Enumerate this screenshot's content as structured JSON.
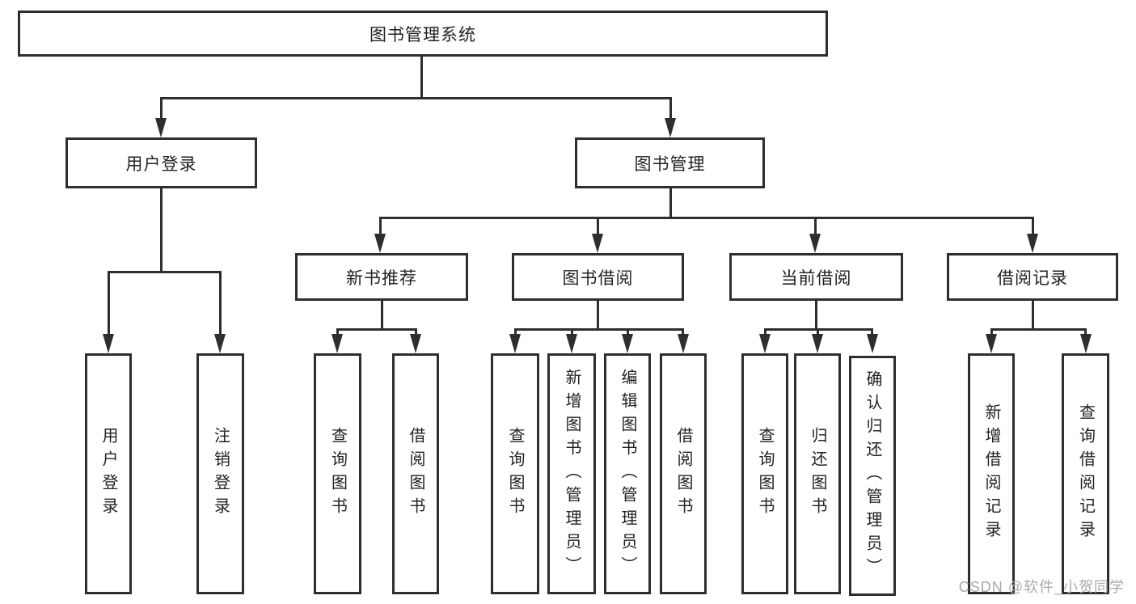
{
  "tree": {
    "label": "图书管理系统",
    "children": [
      {
        "label": "用户登录",
        "children": [
          {
            "label": "用户登录"
          },
          {
            "label": "注销登录"
          }
        ]
      },
      {
        "label": "图书管理",
        "children": [
          {
            "label": "新书推荐",
            "children": [
              {
                "label": "查询图书"
              },
              {
                "label": "借阅图书"
              }
            ]
          },
          {
            "label": "图书借阅",
            "children": [
              {
                "label": "查询图书"
              },
              {
                "label": "新增图书（管理员）"
              },
              {
                "label": "编辑图书（管理员）"
              },
              {
                "label": "借阅图书"
              }
            ]
          },
          {
            "label": "当前借阅",
            "children": [
              {
                "label": "查询图书"
              },
              {
                "label": "归还图书"
              },
              {
                "label": "确认归还（管理员）"
              }
            ]
          },
          {
            "label": "借阅记录",
            "children": [
              {
                "label": "新增借阅记录"
              },
              {
                "label": "查询借阅记录"
              }
            ]
          }
        ]
      }
    ]
  },
  "watermark": {
    "text": "CSDN @软件_小贺同学"
  },
  "colors": {
    "line": "#2e2e2e",
    "text": "#222222",
    "background": "#ffffff",
    "watermark": "#a8abb0"
  }
}
